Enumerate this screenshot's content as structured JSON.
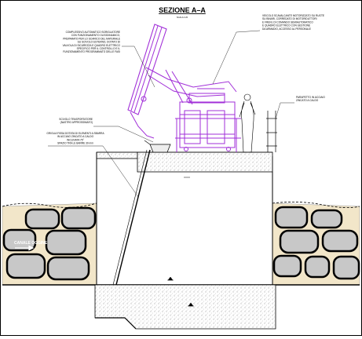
{
  "drawing": {
    "title": "SEZIONE A–A",
    "scale": "SCALA 1:20",
    "notes": {
      "grabber": [
        "COMPLESSIVO AUTOMATICO SGRIGLIATORE",
        "CON FUNZIONAMENTO OLEODINAMICO,",
        "PREPARATO PER LO SCARICO DEL MATERIALE",
        "SU SCIVOLO ESTERNO, DOTATO DI",
        "VALVOLA DI SICUREZZA E QUADRO ELETTRICO",
        "SPECIFICO PER IL CONTROLLO E IL",
        "FUNZIONAMENTO PROGRAMMATO DELLE FASI"
      ],
      "gantry": [
        "VEICOLO SCAVALCANTE MOTORIZZATO SU RUOTE",
        "SU BINARI, CORREDATO DI MOTORIDUTTORI",
        "E FRENI, DI COMANDO SEMIAUTOMATICO",
        "E QUADRO ELETTRICO CON GESTIONE",
        "DA ARMADIO, ACCESSO AL PERSONALE"
      ],
      "chute": [
        "SCIVOLO TRASPORTATORE",
        "(NASTRO APPROSSIMATO)"
      ],
      "screen": [
        "GRIGLIA FISSA DOTATA DI ELEMENTI A SBARRA",
        "IN ACCIAIO ZINCATO A CALDO",
        "INCLINATA 75°",
        "SPAZIO TRA LE BARRE 30 mm"
      ],
      "railing": [
        "PARAPETTO IN ACCIAIO",
        "ZINCATO A CALDO"
      ]
    },
    "canal_label": "CANALE OGGINE",
    "colors": {
      "machine": "#a12fd8",
      "rock": "#c8c8c8",
      "soil": "#f2e6c9"
    }
  }
}
